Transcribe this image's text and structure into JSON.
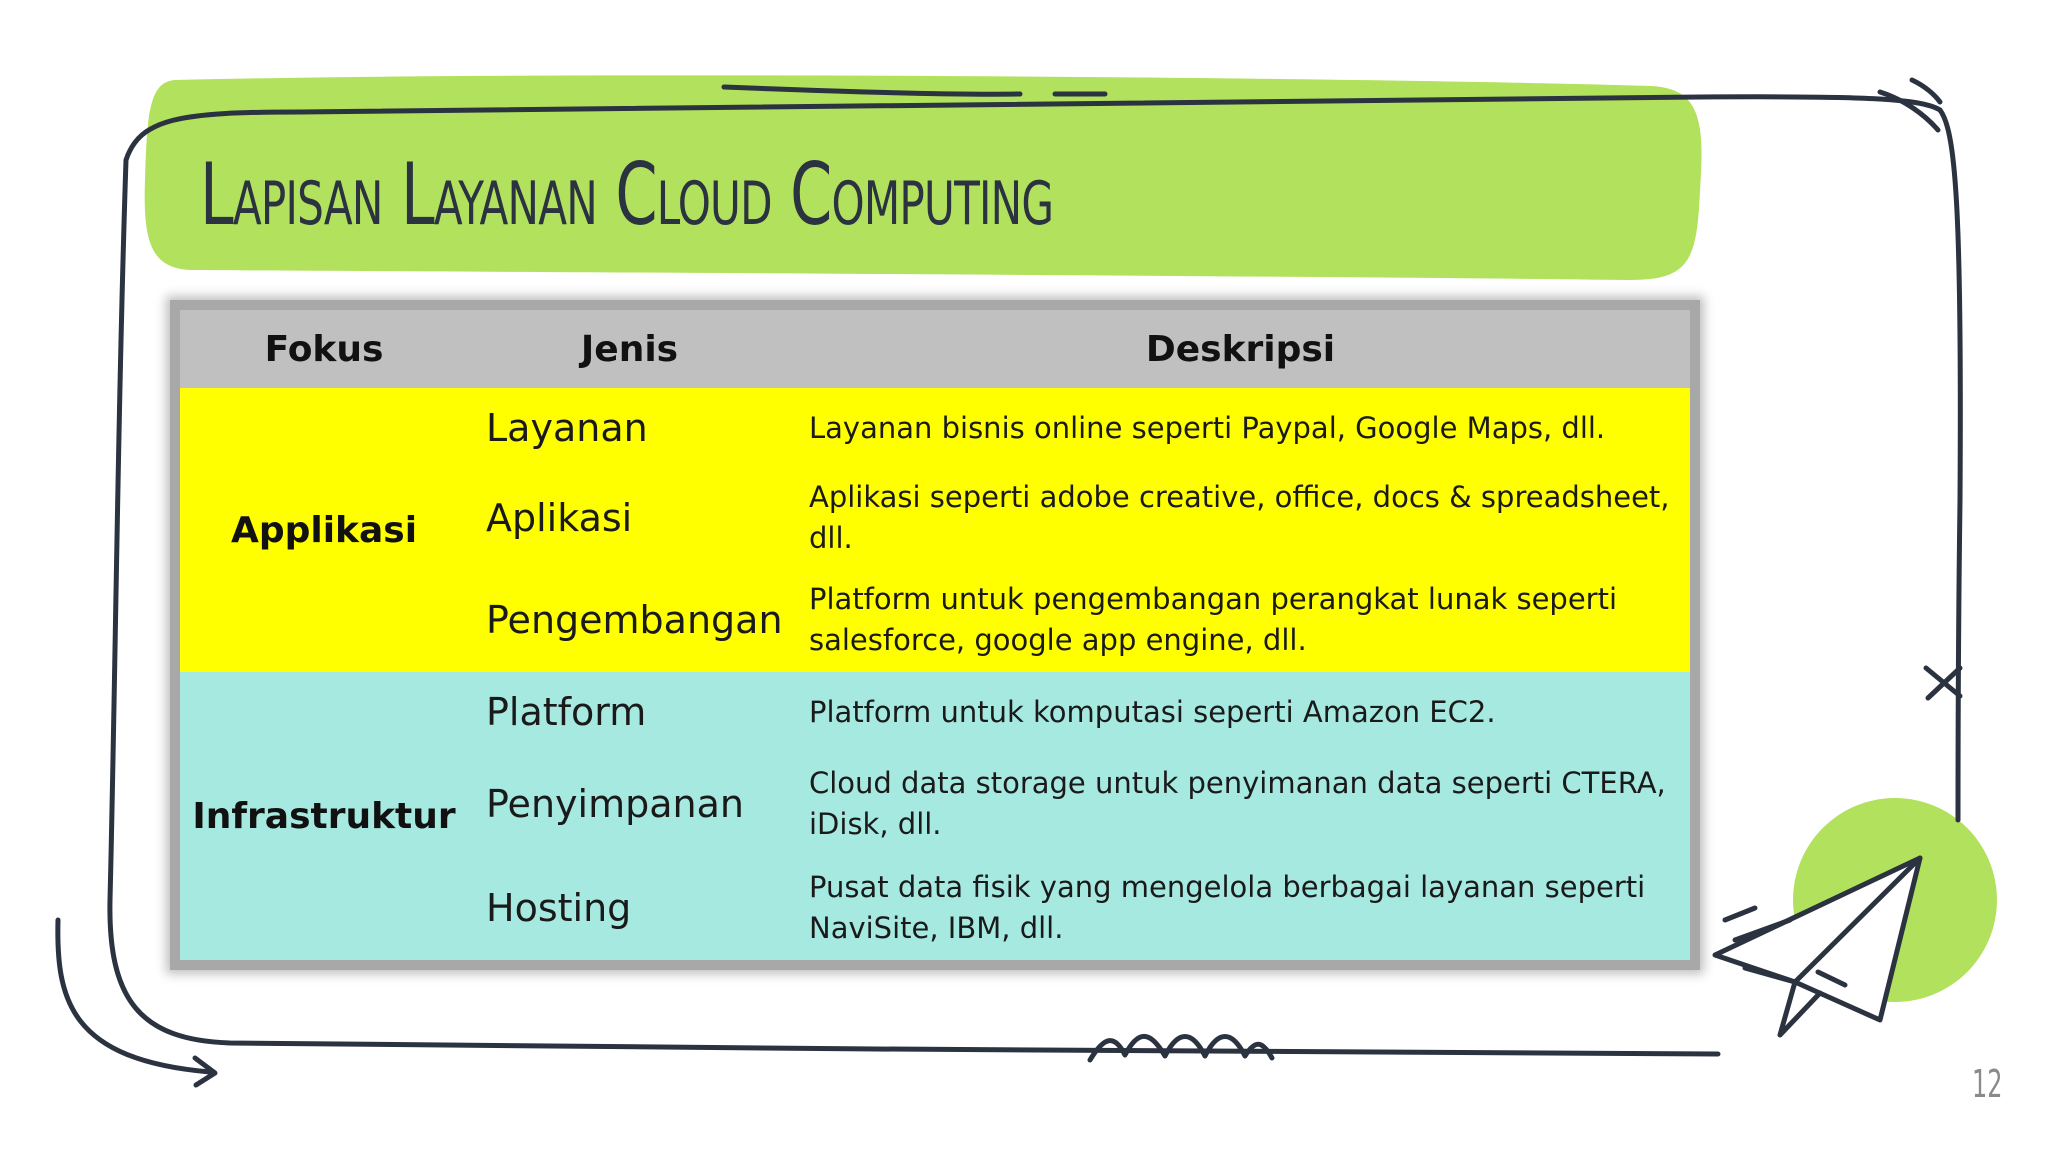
{
  "slide": {
    "title": "Lapisan Layanan Cloud Computing",
    "page_number": "12"
  },
  "table": {
    "headers": [
      "Fokus",
      "Jenis",
      "Deskripsi"
    ],
    "groups": [
      {
        "focus": "Applikasi",
        "rows": [
          {
            "jenis": "Layanan",
            "deskripsi": "Layanan bisnis online seperti Paypal, Google Maps, dll."
          },
          {
            "jenis": "Aplikasi",
            "deskripsi": "Aplikasi seperti adobe creative, office, docs & spreadsheet, dll."
          },
          {
            "jenis": "Pengembangan",
            "deskripsi": "Platform untuk pengembangan perangkat lunak seperti salesforce, google app engine, dll."
          }
        ]
      },
      {
        "focus": "Infrastruktur",
        "rows": [
          {
            "jenis": "Platform",
            "deskripsi": "Platform untuk komputasi seperti Amazon EC2."
          },
          {
            "jenis": "Penyimpanan",
            "deskripsi": "Cloud data storage untuk penyimanan data seperti CTERA, iDisk, dll."
          },
          {
            "jenis": "Hosting",
            "deskripsi": "Pusat data fisik yang mengelola berbagai layanan seperti NaviSite, IBM, dll."
          }
        ]
      }
    ]
  },
  "colors": {
    "title_highlight": "#b1e15d",
    "frame_stroke": "#2b3240",
    "header_bg": "#c0c0c0",
    "applikasi_bg": "#ffff00",
    "infrastruktur_bg": "#a6e9e1"
  },
  "icons": {
    "decoration": "paper-plane-icon"
  }
}
